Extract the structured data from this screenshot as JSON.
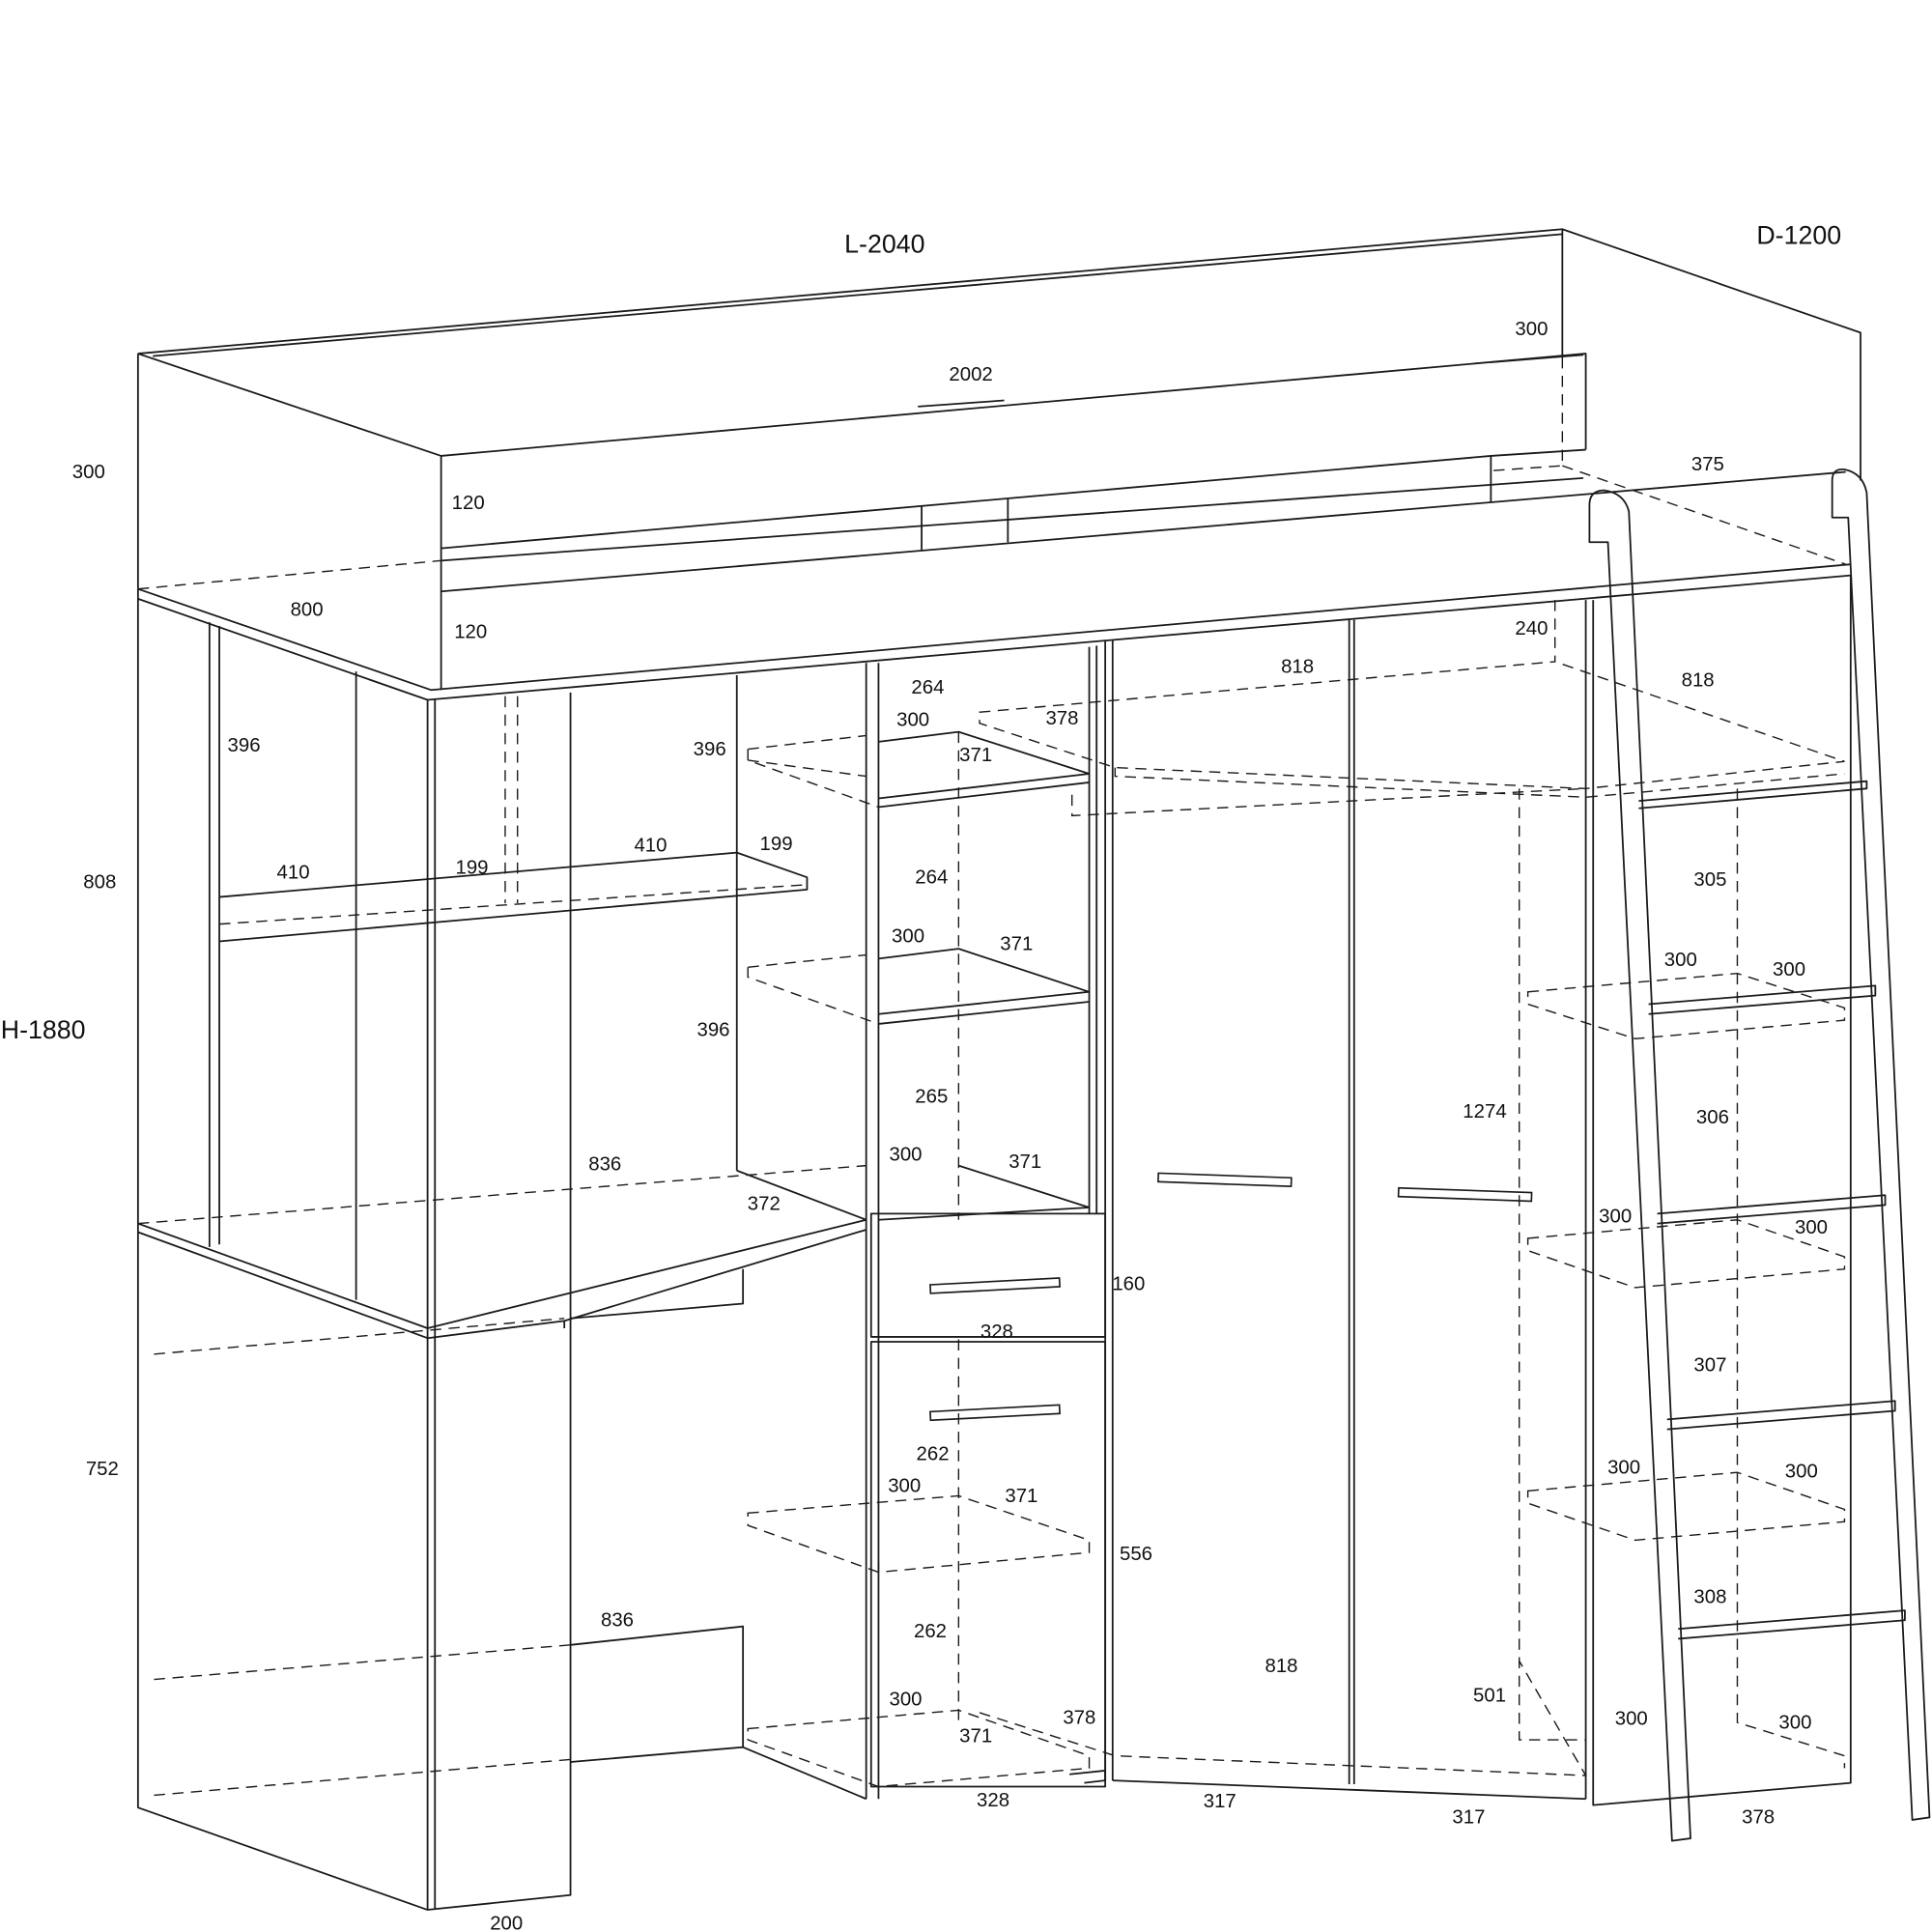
{
  "overall": {
    "length": "L-2040",
    "depth": "D-1200",
    "height": "H-1880"
  },
  "dims": [
    "300",
    "2002",
    "300",
    "120",
    "120",
    "800",
    "375",
    "240",
    "818",
    "818",
    "264",
    "300",
    "378",
    "396",
    "396",
    "371",
    "808",
    "410",
    "199",
    "410",
    "199",
    "264",
    "305",
    "300",
    "371",
    "300",
    "300",
    "396",
    "265",
    "1274",
    "306",
    "836",
    "300",
    "371",
    "372",
    "300",
    "300",
    "160",
    "328",
    "307",
    "262",
    "752",
    "300",
    "371",
    "300",
    "300",
    "556",
    "308",
    "836",
    "262",
    "818",
    "501",
    "300",
    "378",
    "300",
    "300",
    "371",
    "328",
    "317",
    "317",
    "378",
    "200"
  ]
}
